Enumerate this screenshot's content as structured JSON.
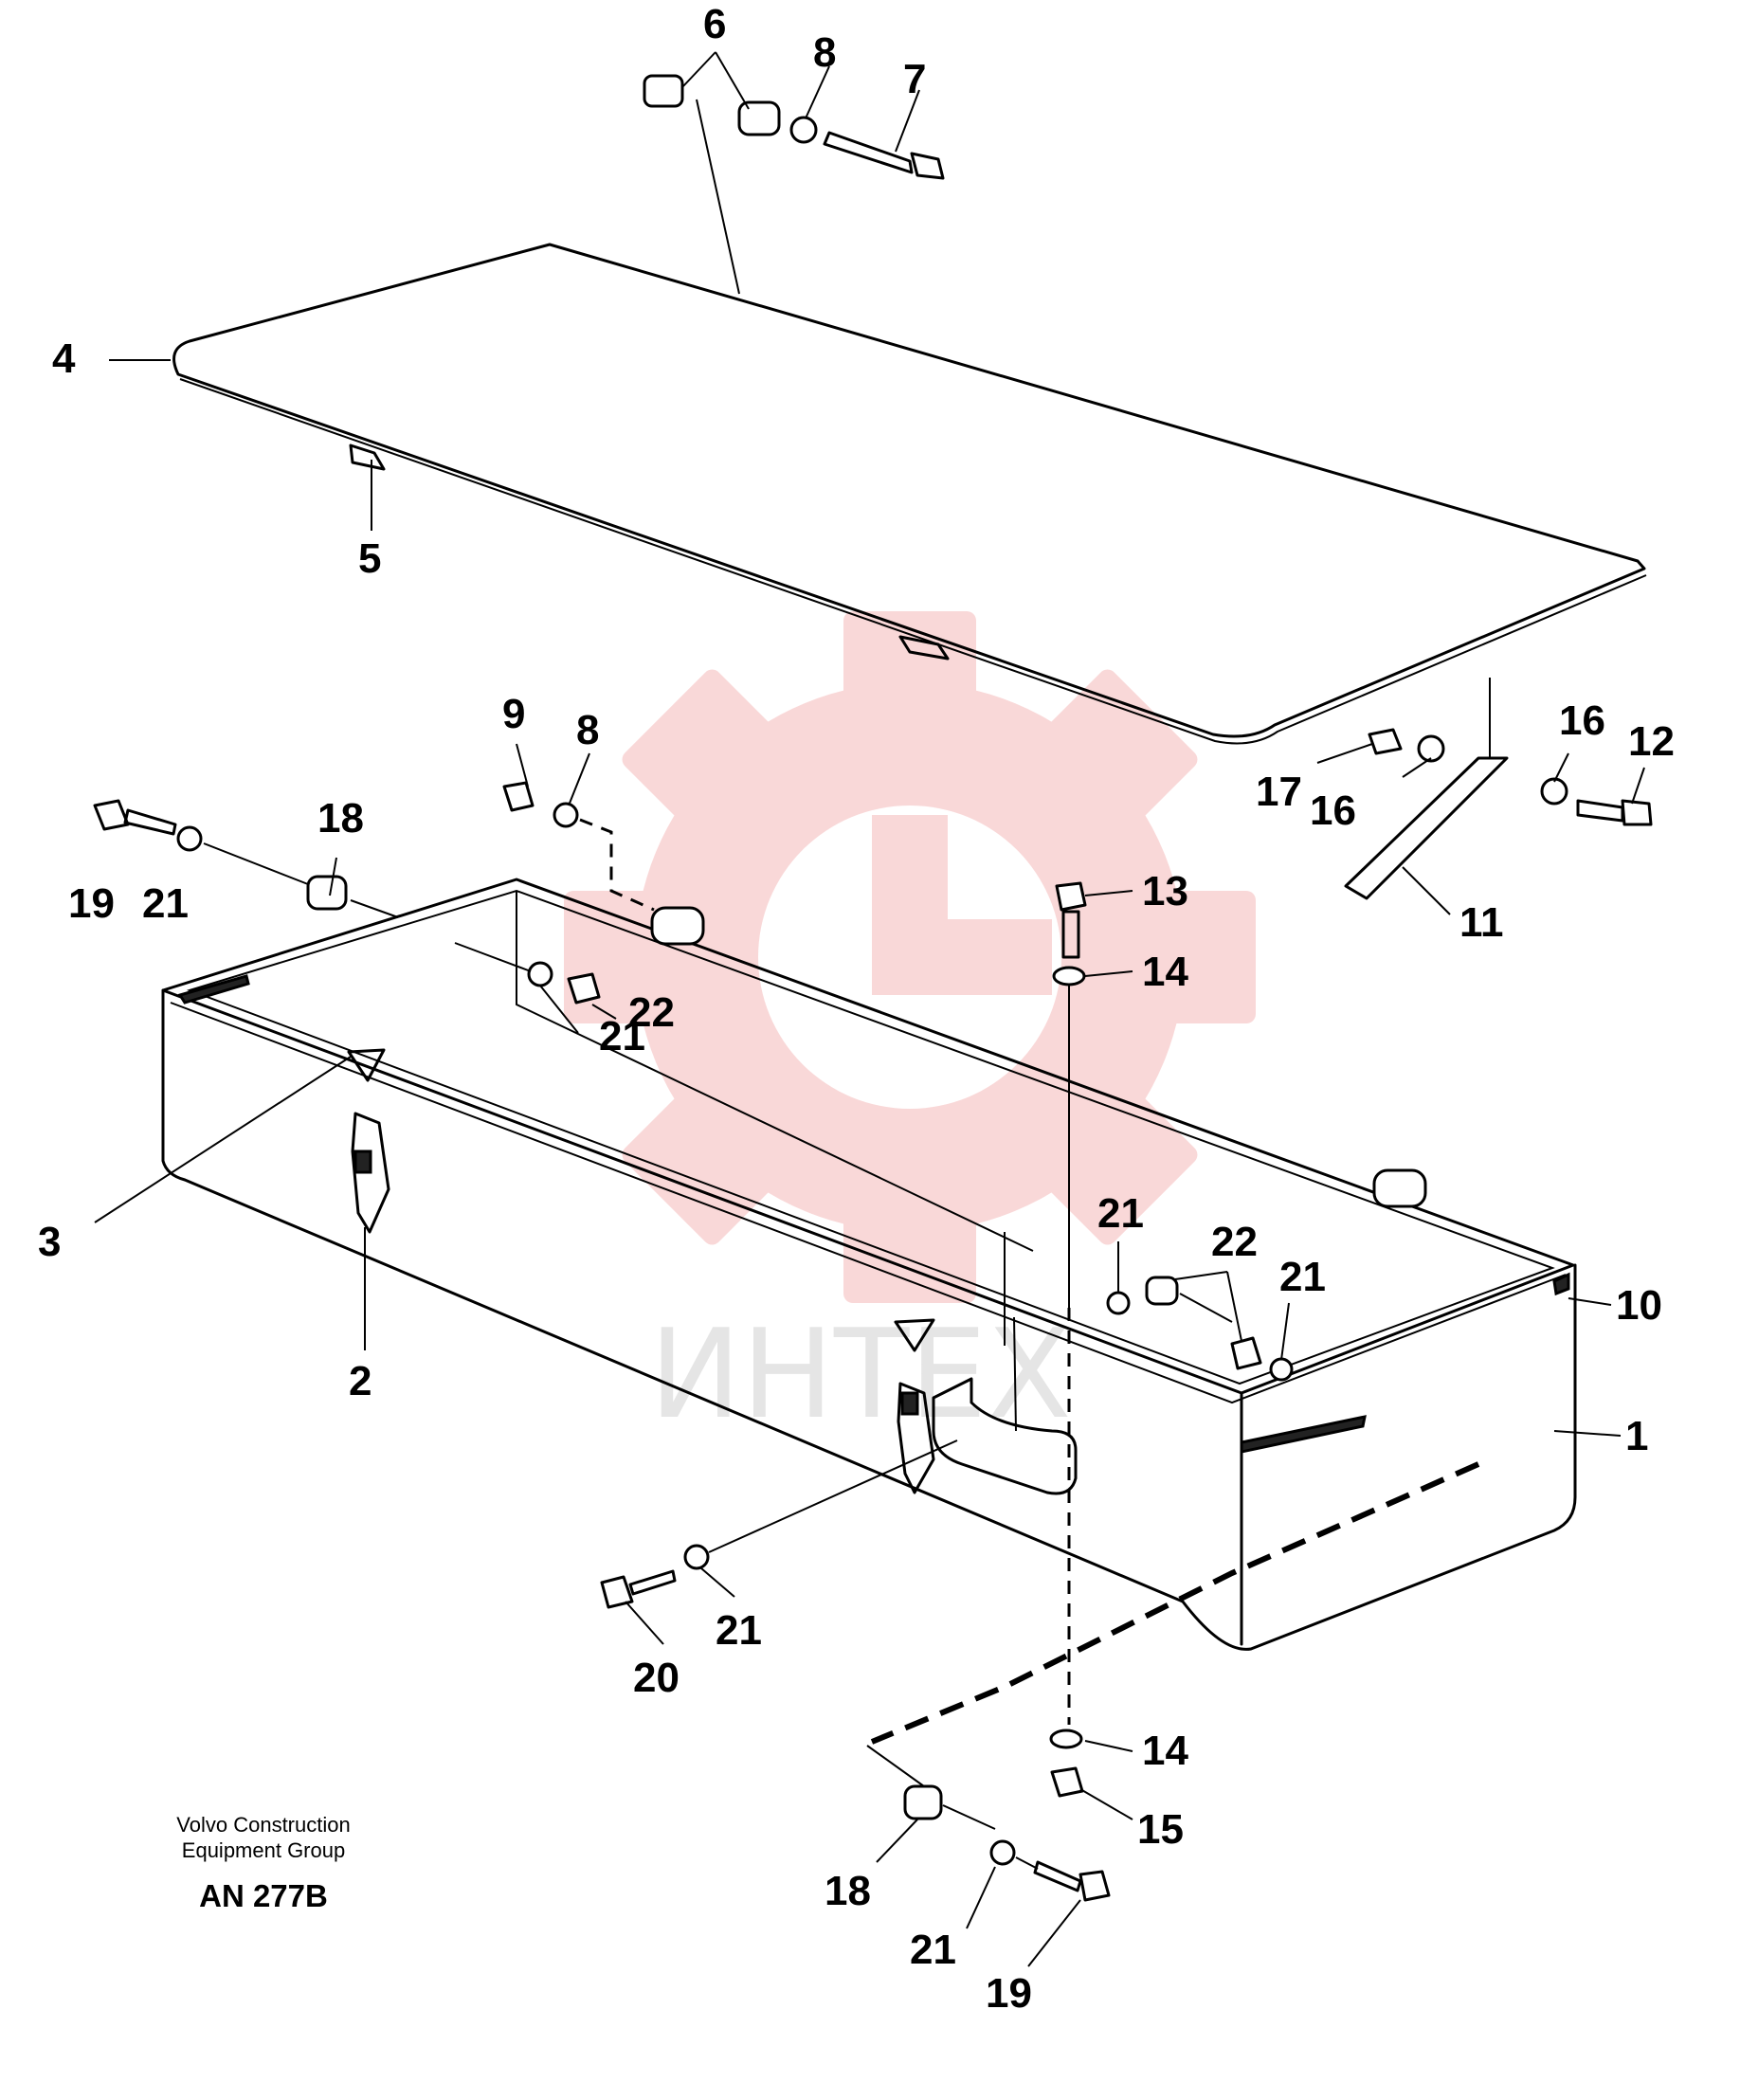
{
  "labels": {
    "l1": "1",
    "l2": "2",
    "l3": "3",
    "l4": "4",
    "l5": "5",
    "l6": "6",
    "l7": "7",
    "l8a": "8",
    "l8b": "8",
    "l9": "9",
    "l10": "10",
    "l11": "11",
    "l12": "12",
    "l13": "13",
    "l14a": "14",
    "l14b": "14",
    "l15": "15",
    "l16a": "16",
    "l16b": "16",
    "l17": "17",
    "l18a": "18",
    "l18b": "18",
    "l19a": "19",
    "l19b": "19",
    "l20": "20",
    "l21a": "21",
    "l21b": "21",
    "l21c": "21",
    "l21d": "21",
    "l21e": "21",
    "l21f": "21",
    "l22a": "22",
    "l22b": "22"
  },
  "footer": {
    "company_line1": "Volvo Construction",
    "company_line2": "Equipment Group",
    "drawing_code": "AN 277B"
  },
  "watermark": {
    "text": "ИНТЕХ",
    "color": "#f5b8b8"
  }
}
